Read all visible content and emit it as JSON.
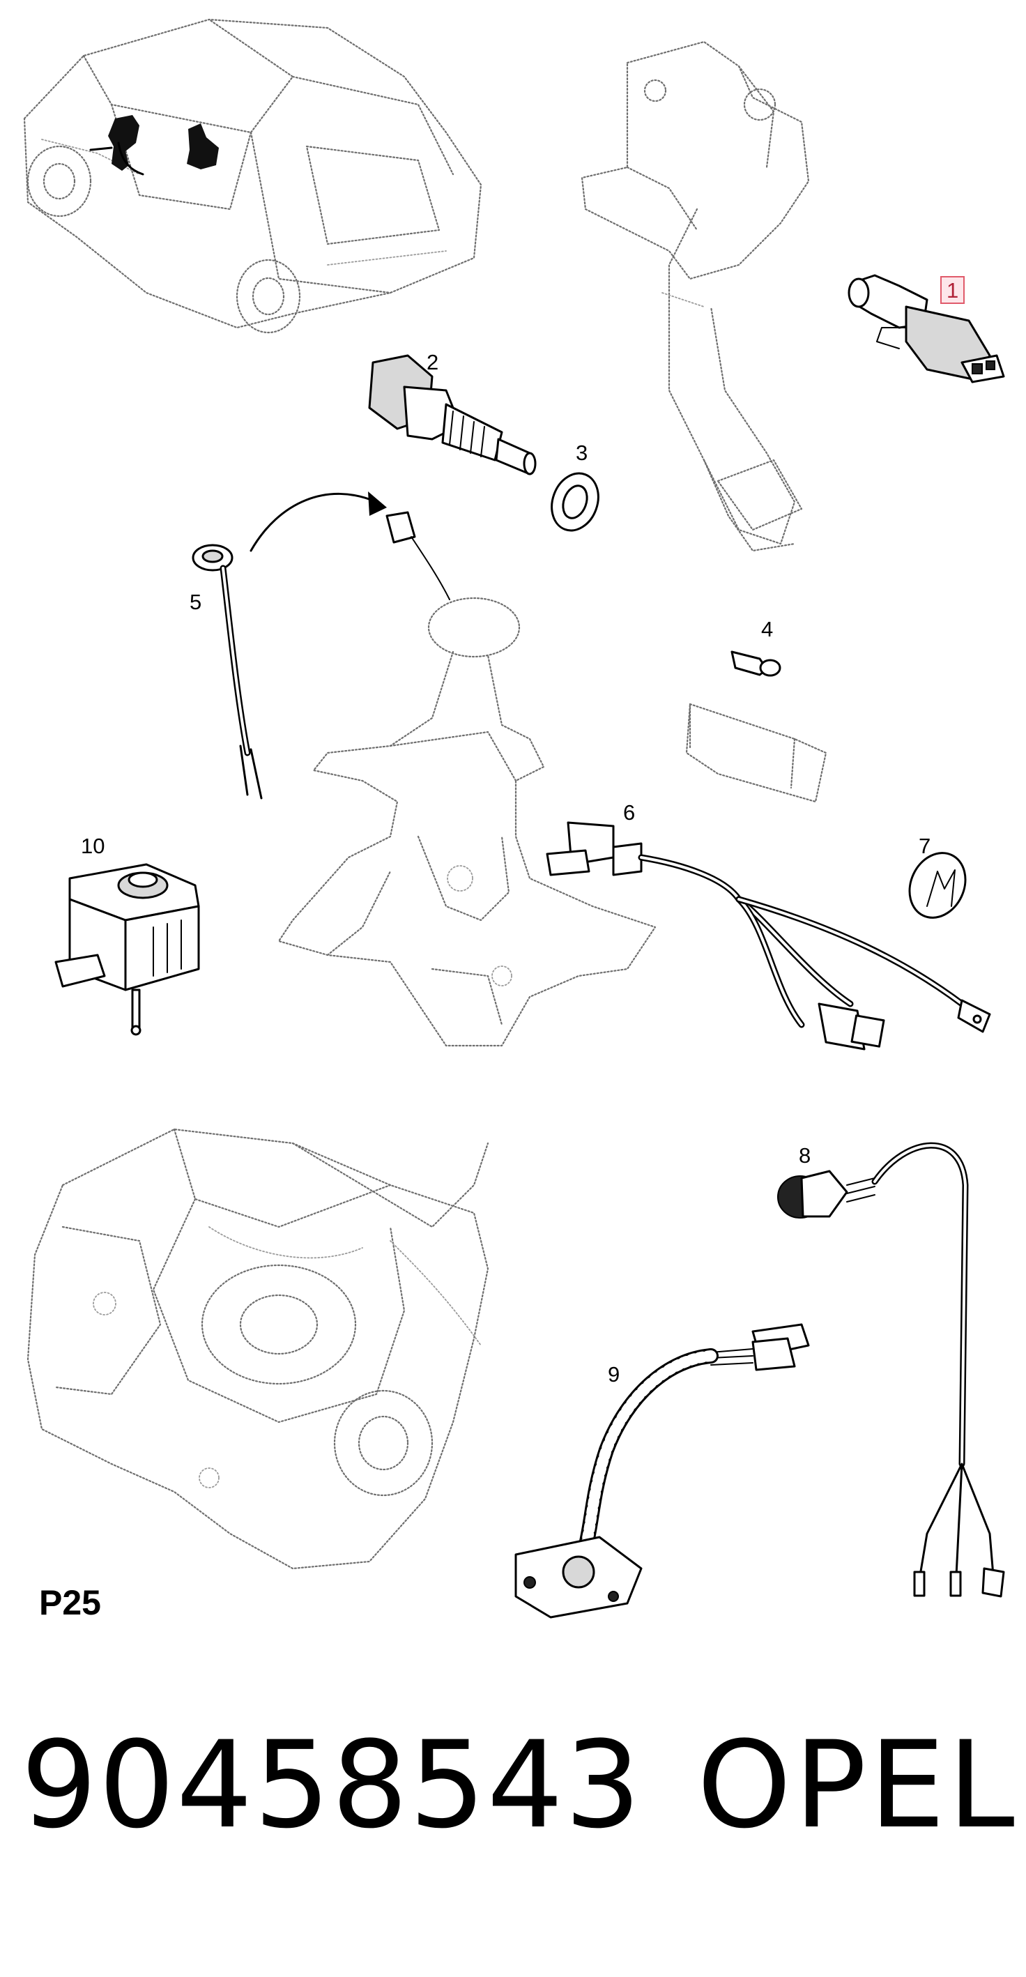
{
  "diagram": {
    "page_ref": "P25",
    "callouts": [
      {
        "id": "1",
        "highlighted": true
      },
      {
        "id": "2",
        "highlighted": false
      },
      {
        "id": "3",
        "highlighted": false
      },
      {
        "id": "4",
        "highlighted": false
      },
      {
        "id": "5",
        "highlighted": false
      },
      {
        "id": "6",
        "highlighted": false
      },
      {
        "id": "7",
        "highlighted": false
      },
      {
        "id": "8",
        "highlighted": false
      },
      {
        "id": "9",
        "highlighted": false
      },
      {
        "id": "10",
        "highlighted": false
      }
    ]
  },
  "footer": {
    "part_number": "90458543",
    "brand": "OPEL"
  },
  "colors": {
    "highlight_border": "#e05a6a",
    "highlight_fill": "#fde6ea",
    "line_art": "#000000",
    "reference_art": "#6e6e6e"
  }
}
